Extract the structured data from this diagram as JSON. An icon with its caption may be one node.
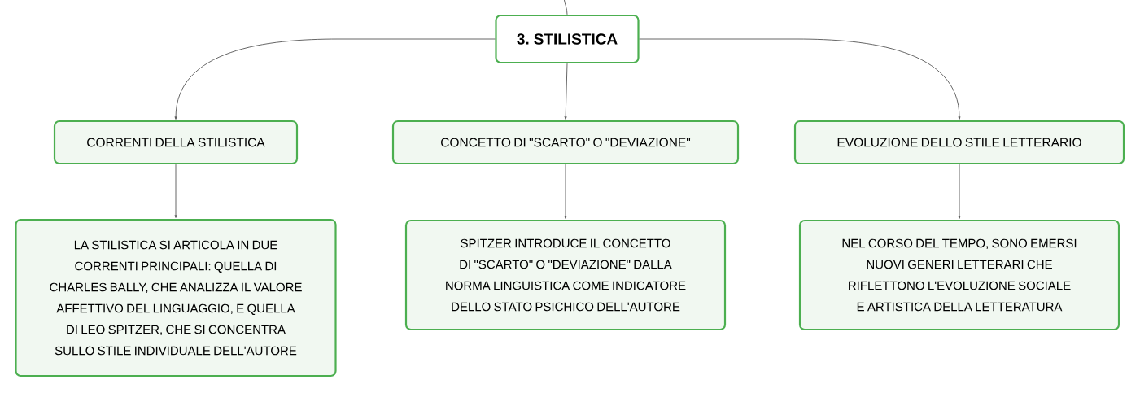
{
  "diagram": {
    "nodes": [
      {
        "text": [
          "3. STILISTICA"
        ]
      },
      {
        "text": [
          "CORRENTI DELLA STILISTICA"
        ]
      },
      {
        "text": [
          "CONCETTO DI \"SCARTO\" O \"DEVIAZIONE\""
        ]
      },
      {
        "text": [
          "EVOLUZIONE DELLO STILE LETTERARIO"
        ]
      },
      {
        "text": [
          "LA STILISTICA SI ARTICOLA IN DUE CORRENTI PRINCIPALI: QUELLA DI CHARLES BALLY, CHE ANALIZZA IL VALORE AFFETTIVO DEL LINGUAGGIO, E QUELLA DI LEO SPITZER, CHE SI CONCENTRA SULLO STILE INDIVIDUALE DELL'AUTORE"
        ]
      },
      {
        "text": [
          "SPITZER INTRODUCE IL CONCETTO DI \"SCARTO\" O \"DEVIAZIONE\" DALLA NORMA LINGUISTICA COME INDICATORE DELLO STATO PSICHICO DELL'AUTORE"
        ]
      },
      {
        "text": [
          "NEL CORSO DEL TEMPO, SONO EMERSI NUOVI GENERI LETTERARI CHE RIFLETTONO L'EVOLUZIONE SOCIALE E ARTISTICA DELLA LETTERATURA"
        ]
      }
    ],
    "edges": [
      {
        "from": null,
        "to": 0,
        "arrow": "none"
      },
      {
        "from": 0,
        "to": 1,
        "arrow": "to"
      },
      {
        "from": 0,
        "to": 2,
        "arrow": "to"
      },
      {
        "from": 0,
        "to": 3,
        "arrow": "to"
      },
      {
        "from": 1,
        "to": 4,
        "arrow": "to"
      },
      {
        "from": 2,
        "to": 5,
        "arrow": "to"
      },
      {
        "from": 3,
        "to": 6,
        "arrow": "to"
      }
    ]
  }
}
